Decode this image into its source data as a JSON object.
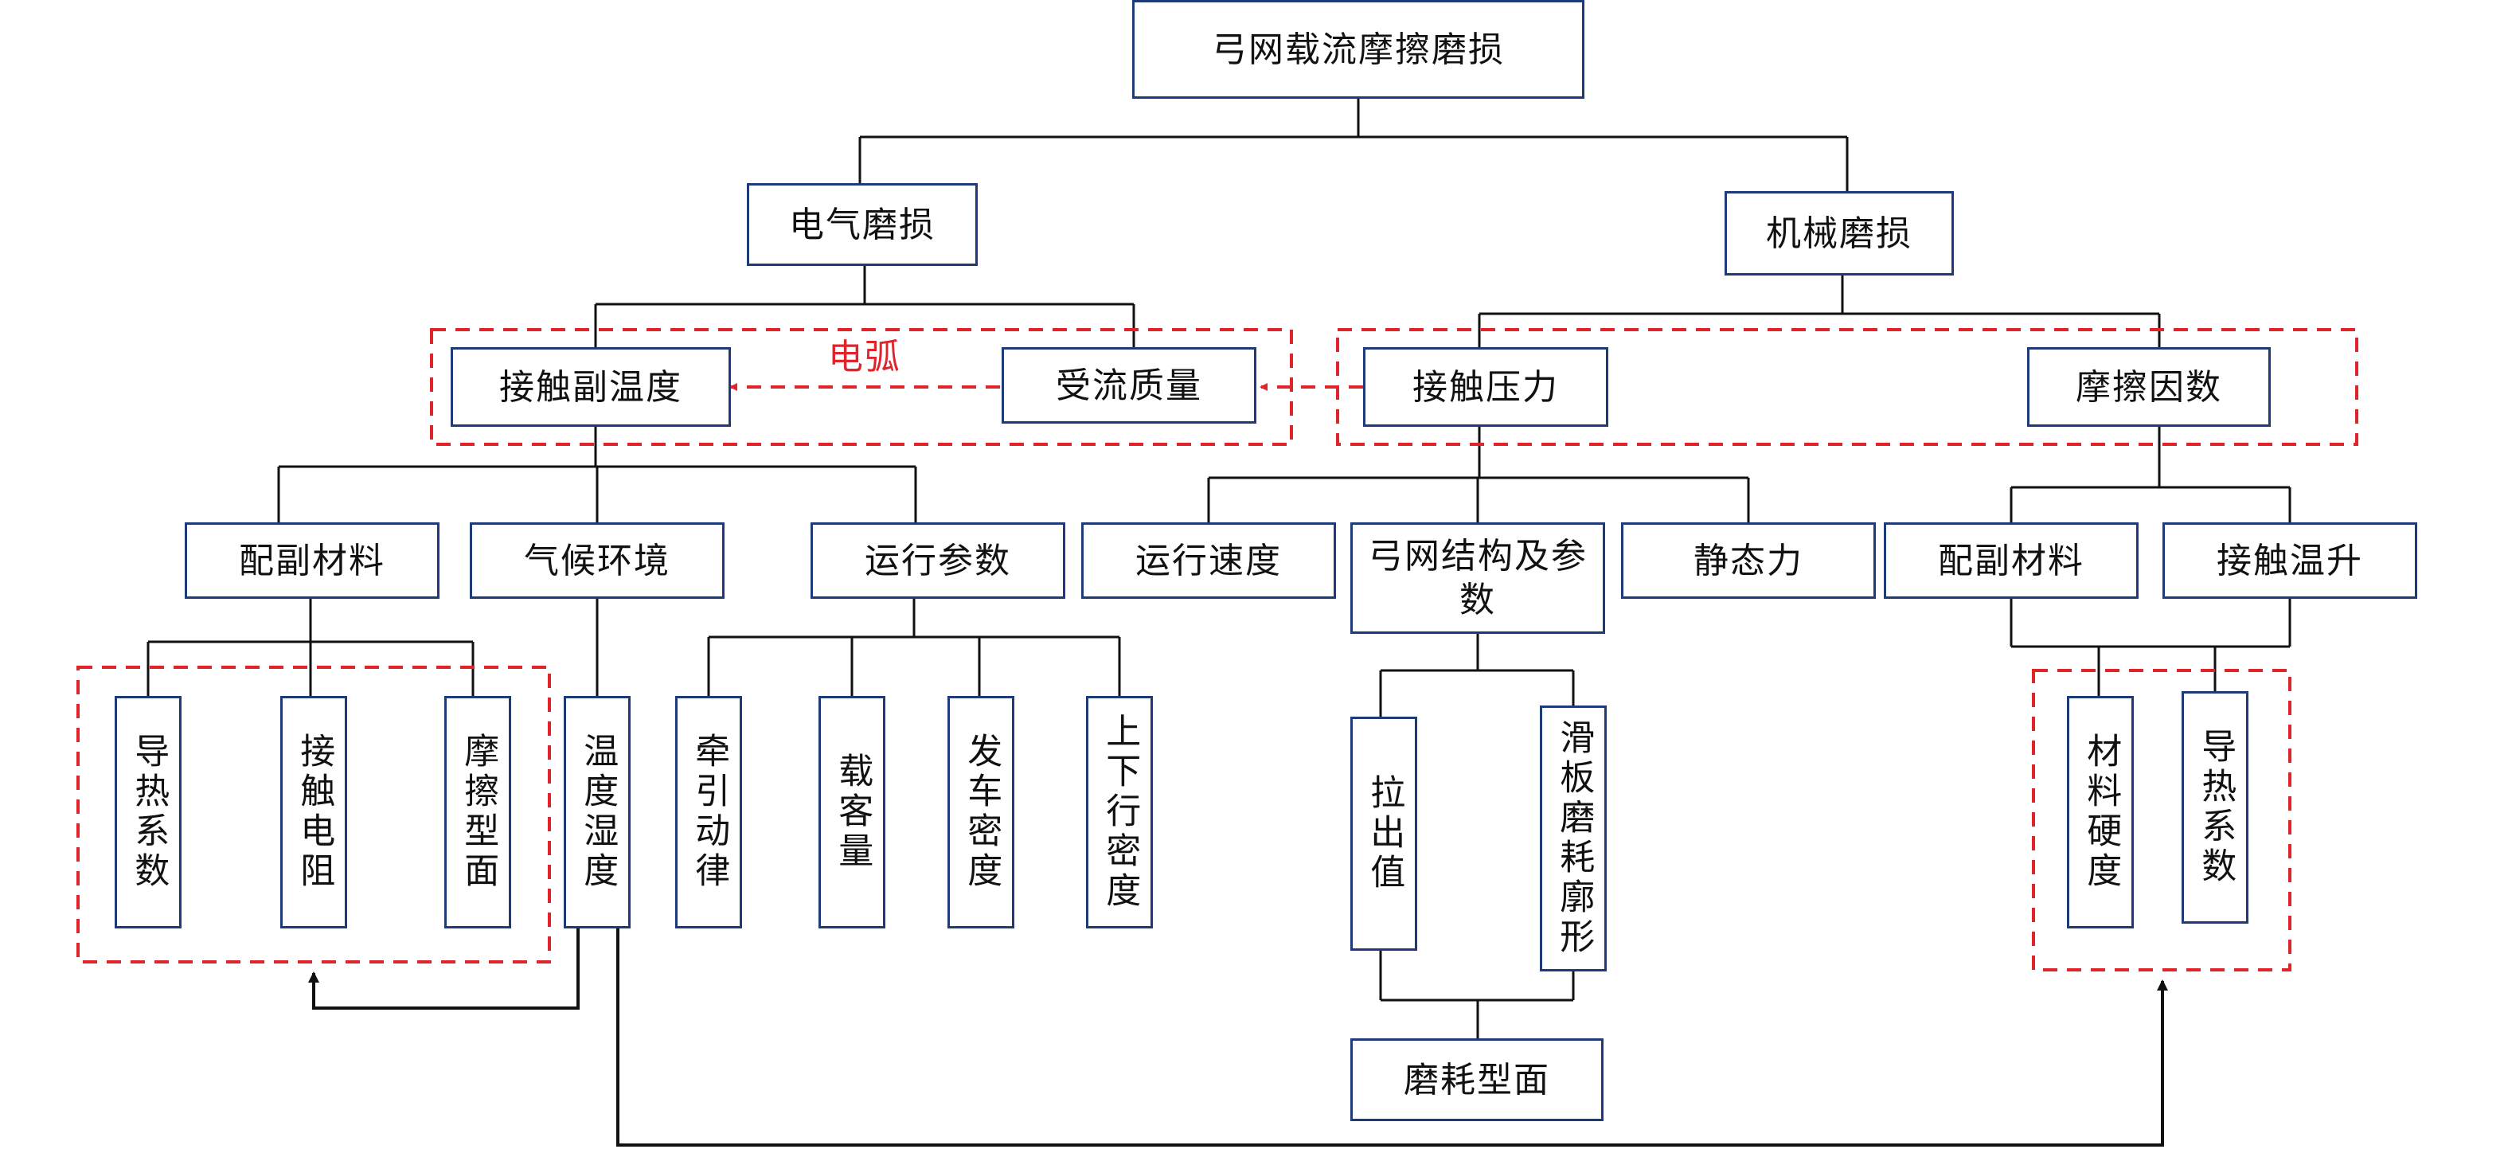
{
  "colors": {
    "box_border": "#1f3a78",
    "line": "#111111",
    "dashed": "#e0242c",
    "arc_label": "#e0242c"
  },
  "nodes": {
    "root": "弓网载流摩擦磨损",
    "electrical_wear": "电气磨损",
    "mechanical_wear": "机械磨损",
    "contact_temp": "接触副温度",
    "current_quality": "受流质量",
    "contact_pressure": "接触压力",
    "friction_factor": "摩擦因数",
    "pair_material_left": "配副材料",
    "climate_env": "气候环境",
    "operation_params": "运行参数",
    "running_speed": "运行速度",
    "structure_params": "弓网结构及参数",
    "static_force": "静态力",
    "pair_material_right": "配副材料",
    "contact_temp_rise": "接触温升",
    "thermal_coeff_left": "导热系数",
    "contact_resistance": "接触电阻",
    "friction_profile": "摩擦型面",
    "temp_humidity": "温度湿度",
    "traction_law": "牵引动律",
    "passenger_load": "载客量",
    "departure_density": "发车密度",
    "updown_density": "上下行密度",
    "stagger": "拉出值",
    "slide_wear_profile": "滑板磨耗廓形",
    "material_hardness": "材料硬度",
    "thermal_coeff_right": "导热系数",
    "wear_profile": "磨耗型面"
  },
  "annotations": {
    "arc": "电弧"
  }
}
